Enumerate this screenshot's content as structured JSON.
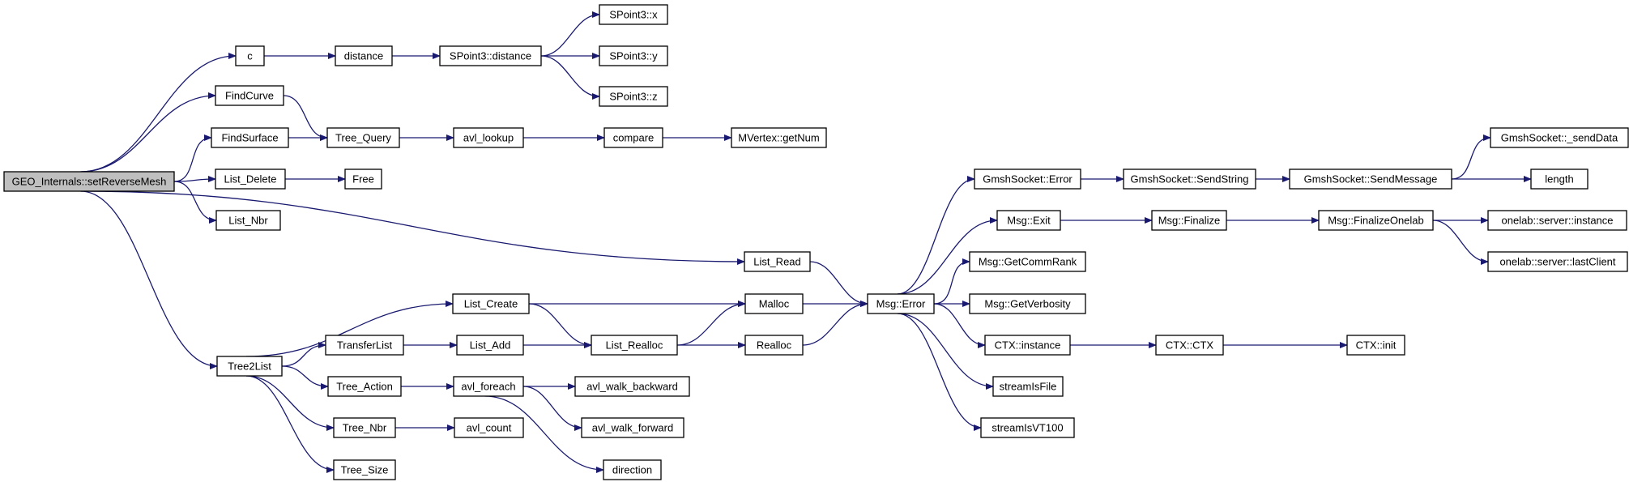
{
  "colors": {
    "edge": "#191970",
    "root_fill": "#bfbfbf",
    "node_fill": "#ffffff",
    "node_border": "#000000",
    "truncated_border": "#ff0000"
  },
  "nodes": [
    {
      "id": "root",
      "label": "GEO_Internals::setReverseMesh",
      "root": true
    },
    {
      "id": "c",
      "label": "c"
    },
    {
      "id": "distance",
      "label": "distance"
    },
    {
      "id": "spoint3_distance",
      "label": "SPoint3::distance"
    },
    {
      "id": "spoint3_x",
      "label": "SPoint3::x"
    },
    {
      "id": "spoint3_y",
      "label": "SPoint3::y"
    },
    {
      "id": "spoint3_z",
      "label": "SPoint3::z"
    },
    {
      "id": "findcurve",
      "label": "FindCurve"
    },
    {
      "id": "findsurface",
      "label": "FindSurface"
    },
    {
      "id": "tree_query",
      "label": "Tree_Query"
    },
    {
      "id": "avl_lookup",
      "label": "avl_lookup"
    },
    {
      "id": "compare",
      "label": "compare"
    },
    {
      "id": "mvertex_getnum",
      "label": "MVertex::getNum"
    },
    {
      "id": "list_delete",
      "label": "List_Delete"
    },
    {
      "id": "free",
      "label": "Free"
    },
    {
      "id": "list_nbr",
      "label": "List_Nbr"
    },
    {
      "id": "list_read",
      "label": "List_Read"
    },
    {
      "id": "msg_error",
      "label": "Msg::Error"
    },
    {
      "id": "gmshsocket_error",
      "label": "GmshSocket::Error"
    },
    {
      "id": "gmshsocket_sendstring",
      "label": "GmshSocket::SendString"
    },
    {
      "id": "gmshsocket_sendmessage",
      "label": "GmshSocket::SendMessage"
    },
    {
      "id": "gmshsocket_senddata",
      "label": "GmshSocket::_sendData"
    },
    {
      "id": "length",
      "label": "length"
    },
    {
      "id": "msg_exit",
      "label": "Msg::Exit"
    },
    {
      "id": "msg_finalize",
      "label": "Msg::Finalize"
    },
    {
      "id": "msg_finalizeonelab",
      "label": "Msg::FinalizeOnelab"
    },
    {
      "id": "onelab_server_instance",
      "label": "onelab::server::instance",
      "truncated": true
    },
    {
      "id": "onelab_server_lastclient",
      "label": "onelab::server::lastClient"
    },
    {
      "id": "msg_getcommrank",
      "label": "Msg::GetCommRank"
    },
    {
      "id": "msg_getverbosity",
      "label": "Msg::GetVerbosity"
    },
    {
      "id": "ctx_instance",
      "label": "CTX::instance"
    },
    {
      "id": "ctx_ctx",
      "label": "CTX::CTX"
    },
    {
      "id": "ctx_init",
      "label": "CTX::init",
      "truncated": true
    },
    {
      "id": "streamisfile",
      "label": "streamIsFile"
    },
    {
      "id": "streamisvt100",
      "label": "streamIsVT100"
    },
    {
      "id": "tree2list",
      "label": "Tree2List"
    },
    {
      "id": "list_create",
      "label": "List_Create"
    },
    {
      "id": "malloc",
      "label": "Malloc"
    },
    {
      "id": "list_realloc",
      "label": "List_Realloc"
    },
    {
      "id": "realloc",
      "label": "Realloc"
    },
    {
      "id": "transferlist",
      "label": "TransferList"
    },
    {
      "id": "list_add",
      "label": "List_Add"
    },
    {
      "id": "tree_action",
      "label": "Tree_Action"
    },
    {
      "id": "avl_foreach",
      "label": "avl_foreach"
    },
    {
      "id": "avl_walk_backward",
      "label": "avl_walk_backward"
    },
    {
      "id": "avl_walk_forward",
      "label": "avl_walk_forward"
    },
    {
      "id": "direction",
      "label": "direction"
    },
    {
      "id": "tree_nbr",
      "label": "Tree_Nbr"
    },
    {
      "id": "avl_count",
      "label": "avl_count"
    },
    {
      "id": "tree_size",
      "label": "Tree_Size"
    }
  ],
  "edges": [
    [
      "root",
      "c"
    ],
    [
      "root",
      "findcurve"
    ],
    [
      "root",
      "findsurface"
    ],
    [
      "root",
      "list_delete"
    ],
    [
      "root",
      "list_nbr"
    ],
    [
      "root",
      "list_read"
    ],
    [
      "root",
      "tree2list"
    ],
    [
      "c",
      "distance"
    ],
    [
      "distance",
      "spoint3_distance"
    ],
    [
      "spoint3_distance",
      "spoint3_x"
    ],
    [
      "spoint3_distance",
      "spoint3_y"
    ],
    [
      "spoint3_distance",
      "spoint3_z"
    ],
    [
      "findcurve",
      "tree_query"
    ],
    [
      "findsurface",
      "tree_query"
    ],
    [
      "tree_query",
      "avl_lookup"
    ],
    [
      "avl_lookup",
      "compare"
    ],
    [
      "compare",
      "mvertex_getnum"
    ],
    [
      "list_delete",
      "free"
    ],
    [
      "list_read",
      "msg_error"
    ],
    [
      "msg_error",
      "gmshsocket_error"
    ],
    [
      "msg_error",
      "msg_exit"
    ],
    [
      "msg_error",
      "msg_getcommrank"
    ],
    [
      "msg_error",
      "msg_getverbosity"
    ],
    [
      "msg_error",
      "ctx_instance"
    ],
    [
      "msg_error",
      "streamisfile"
    ],
    [
      "msg_error",
      "streamisvt100"
    ],
    [
      "gmshsocket_error",
      "gmshsocket_sendstring"
    ],
    [
      "gmshsocket_sendstring",
      "gmshsocket_sendmessage"
    ],
    [
      "gmshsocket_sendmessage",
      "gmshsocket_senddata"
    ],
    [
      "gmshsocket_sendmessage",
      "length"
    ],
    [
      "msg_exit",
      "msg_finalize"
    ],
    [
      "msg_finalize",
      "msg_finalizeonelab"
    ],
    [
      "msg_finalizeonelab",
      "onelab_server_instance"
    ],
    [
      "msg_finalizeonelab",
      "onelab_server_lastclient"
    ],
    [
      "ctx_instance",
      "ctx_ctx"
    ],
    [
      "ctx_ctx",
      "ctx_init"
    ],
    [
      "tree2list",
      "list_create"
    ],
    [
      "tree2list",
      "transferlist"
    ],
    [
      "tree2list",
      "tree_action"
    ],
    [
      "tree2list",
      "tree_nbr"
    ],
    [
      "tree2list",
      "tree_size"
    ],
    [
      "list_create",
      "malloc"
    ],
    [
      "list_create",
      "list_realloc"
    ],
    [
      "malloc",
      "msg_error"
    ],
    [
      "list_realloc",
      "malloc"
    ],
    [
      "list_realloc",
      "realloc"
    ],
    [
      "realloc",
      "msg_error"
    ],
    [
      "transferlist",
      "list_add"
    ],
    [
      "list_add",
      "list_realloc"
    ],
    [
      "tree_action",
      "avl_foreach"
    ],
    [
      "avl_foreach",
      "avl_walk_backward"
    ],
    [
      "avl_foreach",
      "avl_walk_forward"
    ],
    [
      "avl_foreach",
      "direction"
    ],
    [
      "tree_nbr",
      "avl_count"
    ]
  ]
}
